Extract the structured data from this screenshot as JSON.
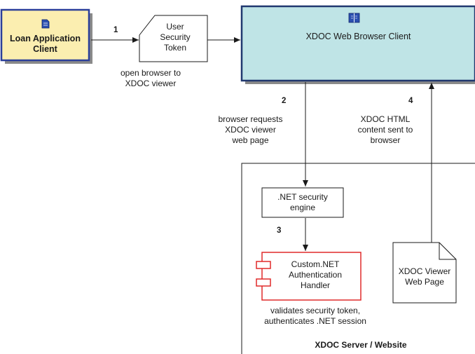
{
  "nodes": {
    "loan_client": {
      "line1": "Loan Application",
      "line2": "Client"
    },
    "security_token": {
      "line1": "User",
      "line2": "Security",
      "line3": "Token"
    },
    "web_client": {
      "label": "XDOC Web Browser Client"
    },
    "net_engine": {
      "line1": ".NET security",
      "line2": "engine"
    },
    "auth_handler": {
      "line1": "Custom.NET",
      "line2": "Authentication",
      "line3": "Handler"
    },
    "viewer_page": {
      "line1": "XDOC Viewer",
      "line2": "Web Page"
    },
    "server": {
      "label": "XDOC Server / Website"
    }
  },
  "steps": {
    "s1": {
      "number": "1",
      "caption1": "open browser to",
      "caption2": "XDOC viewer"
    },
    "s2": {
      "number": "2",
      "caption1": "browser requests",
      "caption2": "XDOC viewer",
      "caption3": "web page"
    },
    "s3": {
      "number": "3"
    },
    "s4": {
      "number": "4",
      "caption1": "XDOC HTML",
      "caption2": "content sent to",
      "caption3": "browser"
    }
  },
  "annotations": {
    "validate1": "validates security token,",
    "validate2": "authenticates .NET session"
  },
  "icons": {
    "loan_client": "document-icon",
    "web_client": "book-icon",
    "auth_handler": "component-icon"
  },
  "colors": {
    "client_fill": "#fbeeb0",
    "client_border": "#2b3f9a",
    "browser_fill": "#bfe4e6",
    "component_red": "#e02a2a",
    "line": "#1a1a1a"
  }
}
